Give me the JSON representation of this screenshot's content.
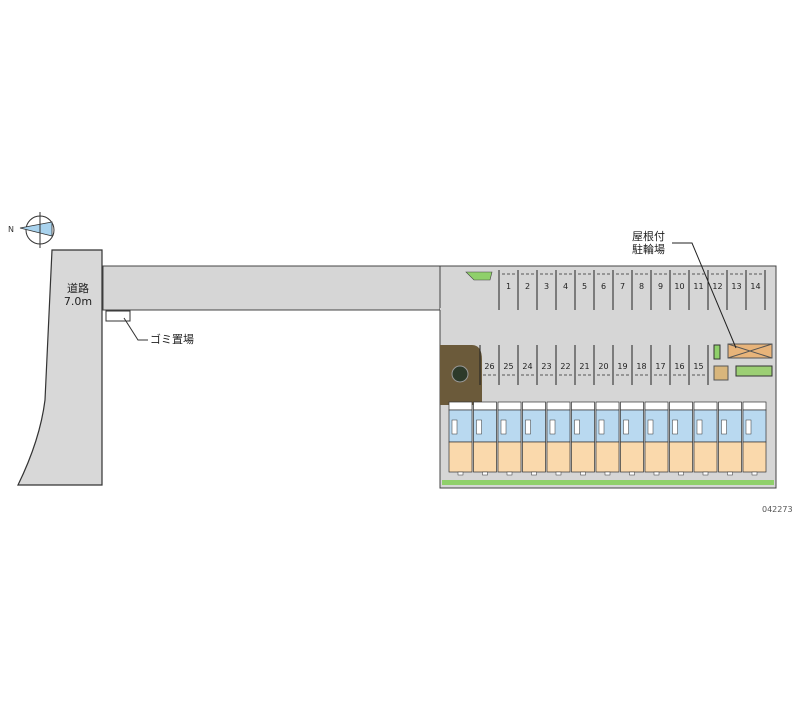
{
  "road": {
    "name": "道路",
    "width": "7.0m"
  },
  "garbage_label": "ゴミ置場",
  "bicycle_label": [
    "屋根付",
    "駐輪場"
  ],
  "parking_top": [
    "1",
    "2",
    "3",
    "4",
    "5",
    "6",
    "7",
    "8",
    "9",
    "10",
    "11",
    "12",
    "13",
    "14"
  ],
  "parking_bottom": [
    "26",
    "25",
    "24",
    "23",
    "22",
    "21",
    "20",
    "19",
    "18",
    "17",
    "16",
    "15"
  ],
  "unit_count": 13,
  "property_code": "042273",
  "colors": {
    "pavement": "#d6d6d6",
    "unit_blue": "#b9d9f0",
    "unit_tan": "#fad9ac",
    "grass": "#8fd06a",
    "garden": "#6b5a3a"
  }
}
